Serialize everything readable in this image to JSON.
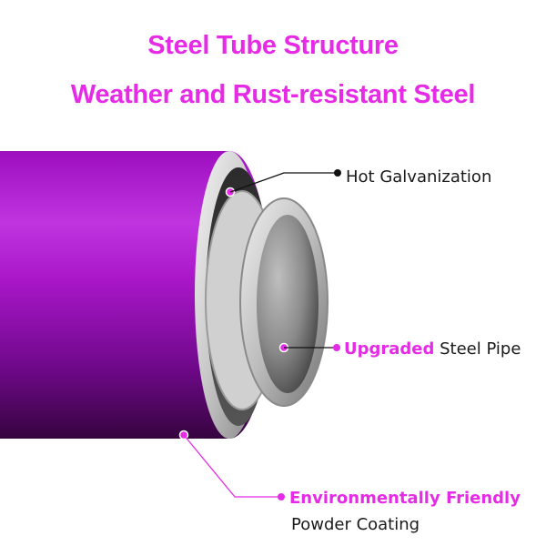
{
  "title": {
    "line1": "Steel Tube Structure",
    "line2": "Weather and Rust-resistant Steel"
  },
  "callouts": {
    "hot_galvanization": "Hot Galvanization",
    "upgraded": "Upgraded",
    "steel_pipe": " Steel Pipe",
    "environmentally_friendly": "Environmentally Friendly",
    "powder_coating": "Powder Coating"
  },
  "colors": {
    "accent": "#e52be6",
    "tube_purple": "#a414c6",
    "tube_dark": "#3c0548",
    "steel_light": "#e3e3e3",
    "steel_dark": "#4a4a4a"
  }
}
